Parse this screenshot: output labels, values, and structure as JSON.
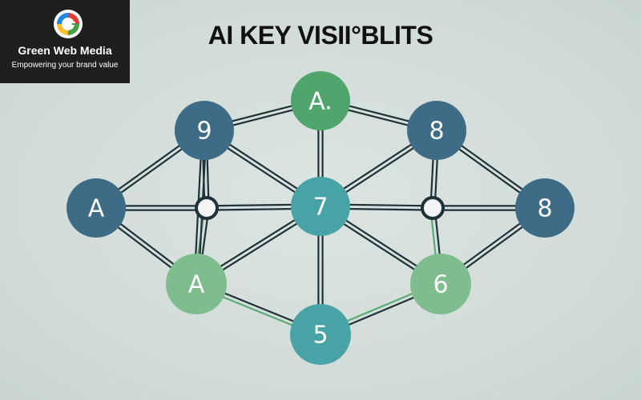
{
  "brand": {
    "name": "Green Web Media",
    "tagline": "Empowering your brand value"
  },
  "title": "AI KEY VISII°BLITS",
  "colors": {
    "background": "#d3ddd9",
    "edge": "#1e3238",
    "edge_green": "#5bab77",
    "node_blue": "#3e6b85",
    "node_teal": "#48a3a6",
    "node_green": "#4fa56b",
    "node_light_green": "#80bd8e",
    "brand_bg": "#1f1f1f"
  },
  "nodes": [
    {
      "id": "top",
      "label": "A."
    },
    {
      "id": "upper-left",
      "label": "9"
    },
    {
      "id": "upper-right",
      "label": "8"
    },
    {
      "id": "left",
      "label": "A"
    },
    {
      "id": "right",
      "label": "8"
    },
    {
      "id": "center",
      "label": "7"
    },
    {
      "id": "lower-left",
      "label": "A"
    },
    {
      "id": "lower-right",
      "label": "6"
    },
    {
      "id": "bottom",
      "label": "5"
    },
    {
      "id": "junction-left",
      "label": ""
    },
    {
      "id": "junction-right",
      "label": ""
    }
  ]
}
